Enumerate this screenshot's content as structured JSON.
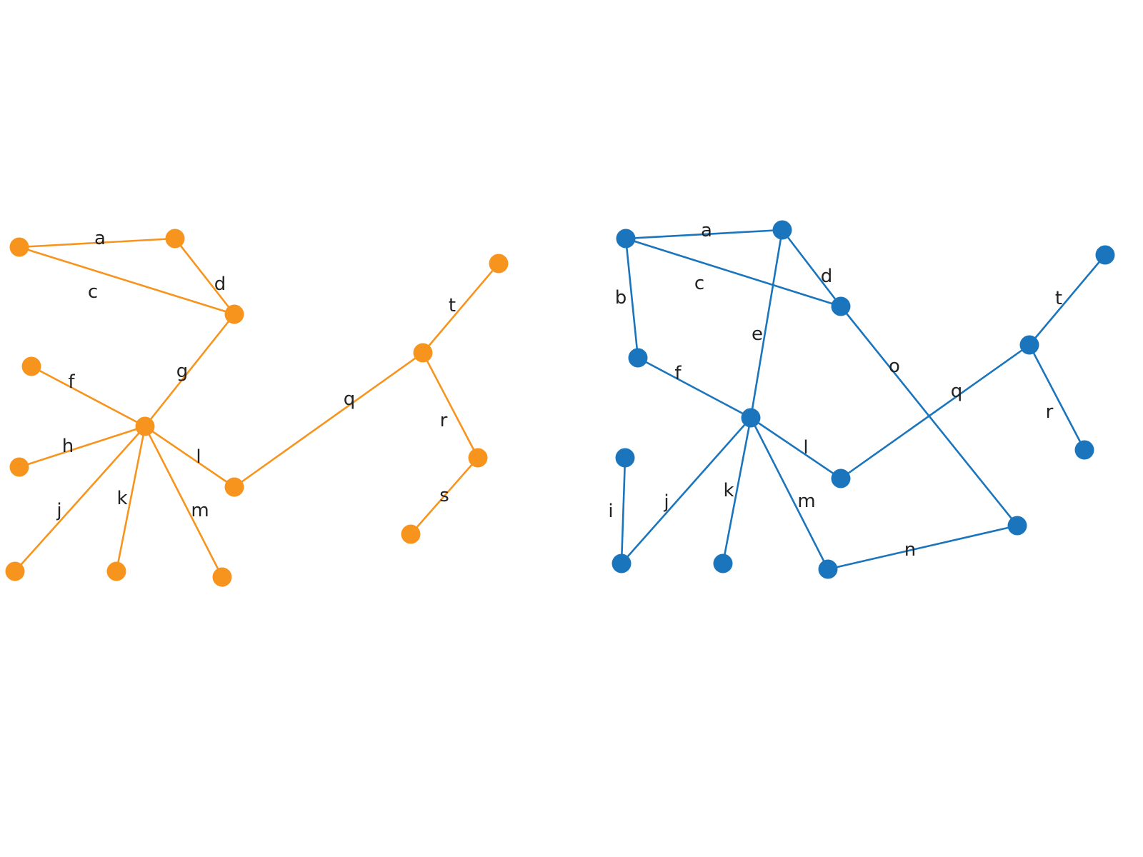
{
  "graphs": [
    {
      "id": "orange",
      "color": "#F7941D",
      "nodes": [
        "n1",
        "n2",
        "n3",
        "n4",
        "n5",
        "n6",
        "n7",
        "n8",
        "n9",
        "n10",
        "n11",
        "n12",
        "n13",
        "n14",
        "n15",
        "n16",
        "n17"
      ],
      "edges": [
        {
          "id": "a",
          "label": "a",
          "from": "n1",
          "to": "n2"
        },
        {
          "id": "c",
          "label": "c",
          "from": "n1",
          "to": "n3"
        },
        {
          "id": "d",
          "label": "d",
          "from": "n2",
          "to": "n3"
        },
        {
          "id": "g",
          "label": "g",
          "from": "n3",
          "to": "n5"
        },
        {
          "id": "f",
          "label": "f",
          "from": "n4",
          "to": "n5"
        },
        {
          "id": "h",
          "label": "h",
          "from": "n6",
          "to": "n5"
        },
        {
          "id": "j",
          "label": "j",
          "from": "n5",
          "to": "n8"
        },
        {
          "id": "k",
          "label": "k",
          "from": "n5",
          "to": "n9"
        },
        {
          "id": "m",
          "label": "m",
          "from": "n5",
          "to": "n10"
        },
        {
          "id": "l",
          "label": "l",
          "from": "n5",
          "to": "n7"
        },
        {
          "id": "q",
          "label": "q",
          "from": "n7",
          "to": "n12"
        },
        {
          "id": "t",
          "label": "t",
          "from": "n12",
          "to": "n11"
        },
        {
          "id": "r",
          "label": "r",
          "from": "n12",
          "to": "n13"
        },
        {
          "id": "s",
          "label": "s",
          "from": "n13",
          "to": "n14"
        }
      ]
    },
    {
      "id": "blue",
      "color": "#1B75BC",
      "nodes": [
        "b1",
        "b2",
        "b3",
        "b4",
        "b5",
        "b6",
        "b7",
        "b8",
        "b9",
        "b10",
        "b11",
        "b12",
        "b13",
        "b14",
        "b15"
      ],
      "edges": [
        {
          "id": "a",
          "label": "a",
          "from": "b1",
          "to": "b2"
        },
        {
          "id": "b",
          "label": "b",
          "from": "b1",
          "to": "b4"
        },
        {
          "id": "c",
          "label": "c",
          "from": "b1",
          "to": "b3"
        },
        {
          "id": "d",
          "label": "d",
          "from": "b2",
          "to": "b3"
        },
        {
          "id": "e",
          "label": "e",
          "from": "b2",
          "to": "b5"
        },
        {
          "id": "f",
          "label": "f",
          "from": "b4",
          "to": "b5"
        },
        {
          "id": "o",
          "label": "o",
          "from": "b3",
          "to": "b13"
        },
        {
          "id": "l",
          "label": "l",
          "from": "b5",
          "to": "b7"
        },
        {
          "id": "j",
          "label": "j",
          "from": "b5",
          "to": "b9"
        },
        {
          "id": "k",
          "label": "k",
          "from": "b5",
          "to": "b10"
        },
        {
          "id": "m",
          "label": "m",
          "from": "b5",
          "to": "b11"
        },
        {
          "id": "i",
          "label": "i",
          "from": "b8",
          "to": "b9"
        },
        {
          "id": "n",
          "label": "n",
          "from": "b11",
          "to": "b13"
        },
        {
          "id": "q",
          "label": "q",
          "from": "b7",
          "to": "b12"
        },
        {
          "id": "t",
          "label": "t",
          "from": "b12",
          "to": "b14"
        },
        {
          "id": "r",
          "label": "r",
          "from": "b12",
          "to": "b15"
        }
      ]
    }
  ]
}
